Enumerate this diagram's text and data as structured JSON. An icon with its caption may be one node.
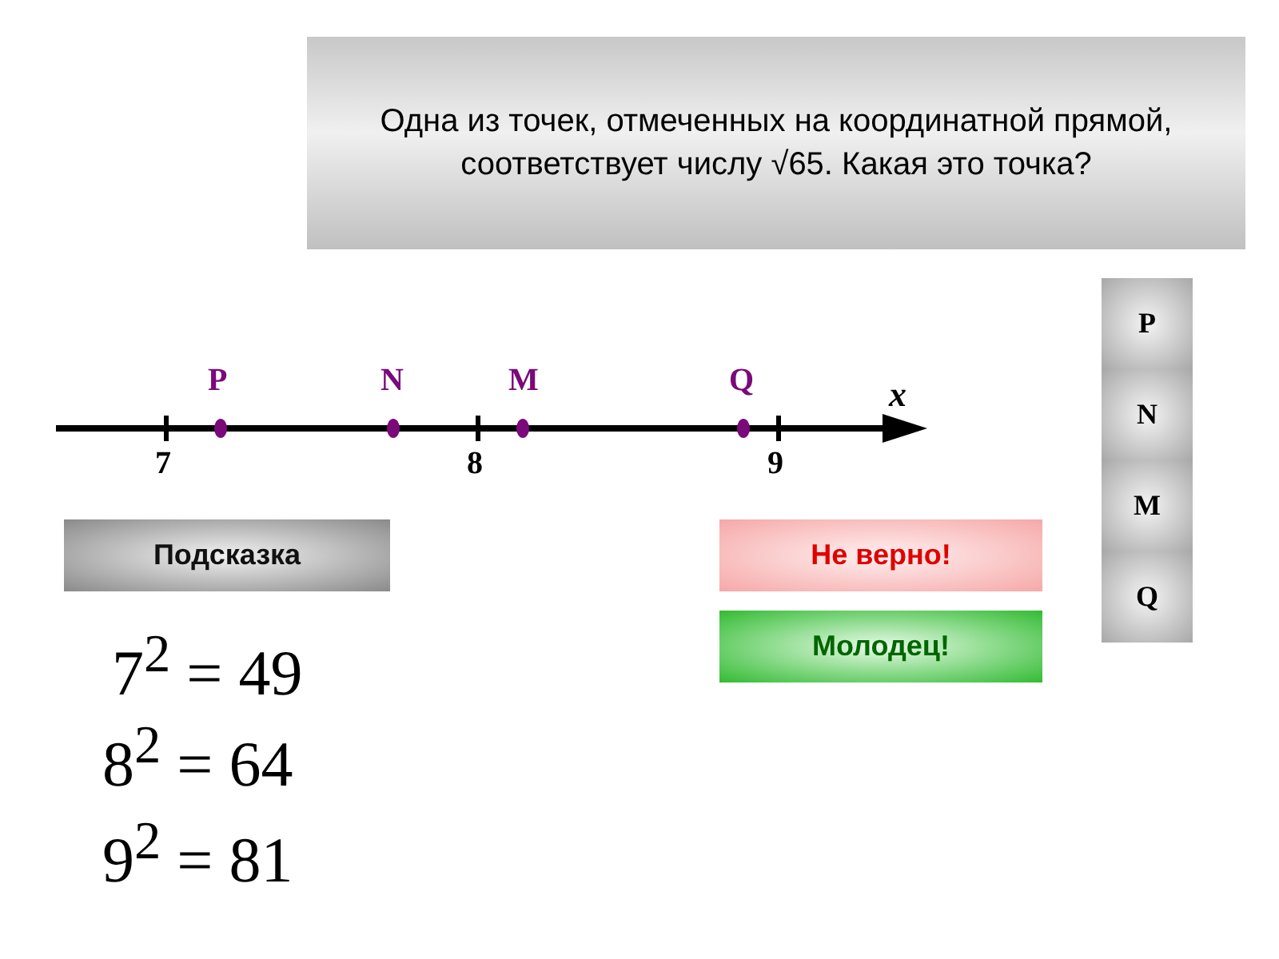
{
  "diagram": {
    "nodes": [
      {
        "text": [
          "Одна из точек, отмеченных на координатной прямой, соответствует числу √65. Какая это точка?"
        ]
      },
      {
        "text": [
          "P"
        ]
      },
      {
        "text": [
          "N"
        ]
      },
      {
        "text": [
          "M"
        ]
      },
      {
        "text": [
          "Q"
        ]
      },
      {
        "text": [
          "Подсказка"
        ]
      },
      {
        "text": [
          "Не верно!"
        ]
      },
      {
        "text": [
          "Молодец!"
        ]
      }
    ],
    "labels": [
      "P",
      "N",
      "M",
      "Q",
      "x",
      "7",
      "8",
      "9",
      "7$^{2}$ = 49",
      "8$^{2}$ = 64",
      "9$^{2}$ = 81"
    ]
  }
}
